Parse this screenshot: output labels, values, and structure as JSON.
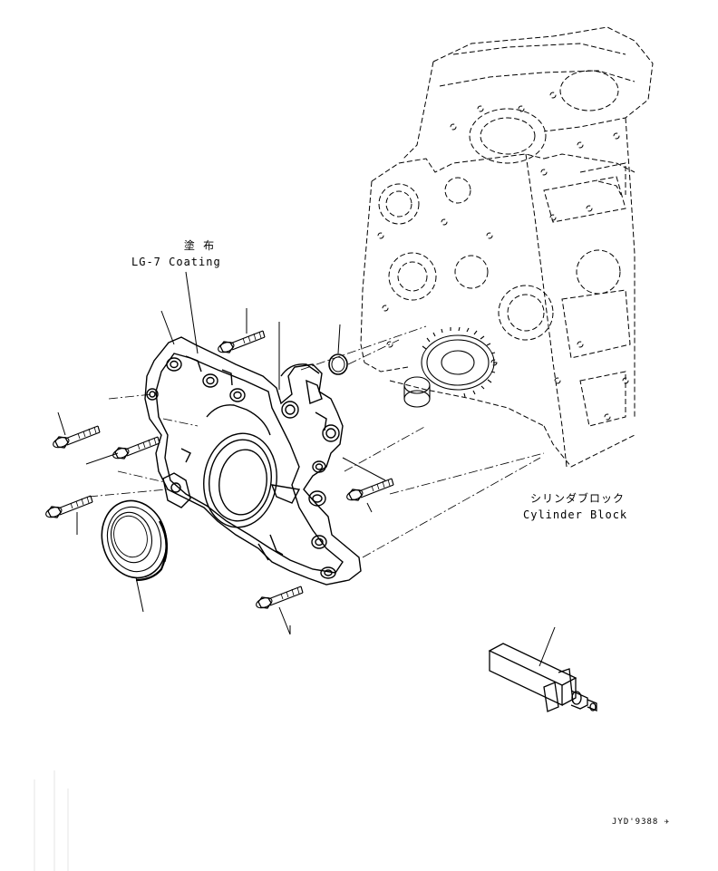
{
  "labels": {
    "coating_jp": "塗 布",
    "coating_en": "LG-7 Coating",
    "block_jp": "シリンダブロック",
    "block_en": "Cylinder Block",
    "drawing_ref": "JYD'9388 ✈"
  },
  "colors": {
    "line": "#000000",
    "background": "#ffffff"
  },
  "parts": [
    {
      "name": "front-cover",
      "icon": "front-cover-icon"
    },
    {
      "name": "crankshaft-oil-seal",
      "icon": "oil-seal-icon"
    },
    {
      "name": "o-ring",
      "icon": "o-ring-icon"
    },
    {
      "name": "flange-bolt",
      "icon": "bolt-icon"
    },
    {
      "name": "seal-installer-tool",
      "icon": "tool-icon"
    },
    {
      "name": "cylinder-block",
      "icon": "cylinder-block-icon"
    }
  ]
}
